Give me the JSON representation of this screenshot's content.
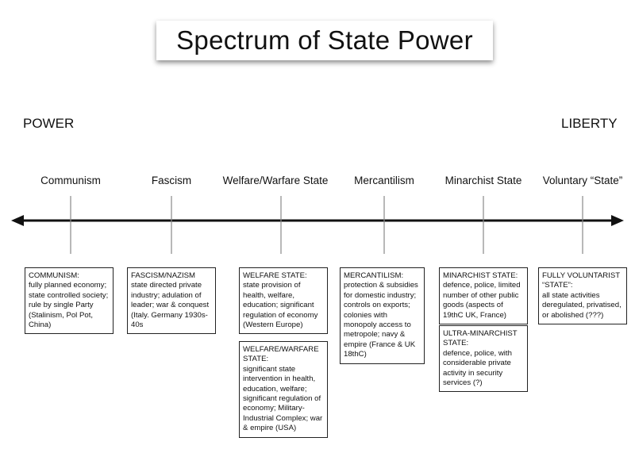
{
  "title": "Spectrum of State Power",
  "left_end": "POWER",
  "right_end": "LIBERTY",
  "categories": [
    "Communism",
    "Fascism",
    "Welfare/Warfare State",
    "Mercantilism",
    "Minarchist State",
    "Voluntary “State”"
  ],
  "boxes": [
    {
      "heading": "COMMUNISM:",
      "body": "fully planned economy; state controlled society; rule by single Party (Stalinism, Pol Pot, China)"
    },
    {
      "heading": "FASCISM/NAZISM",
      "body": "state directed private industry; adulation of leader; war & conquest (Italy. Germany 1930s-40s"
    },
    {
      "heading": "WELFARE STATE:",
      "body": "state provision of health, welfare, education; significant regulation of economy (Western Europe)"
    },
    {
      "heading": "WELFARE/WARFARE STATE:",
      "body": "significant state intervention in health, education, welfare; significant regulation of economy; Military-Industrial Complex; war & empire (USA)"
    },
    {
      "heading": "MERCANTILISM:",
      "body": "protection & subsidies for domestic industry; controls on exports; colonies with monopoly access to metropole; navy & empire (France & UK 18thC)"
    },
    {
      "heading": "MINARCHIST STATE:",
      "body": "defence, police, limited number of other public goods (aspects of 19thC UK, France)"
    },
    {
      "heading": "ULTRA-MINARCHIST STATE:",
      "body": "defence, police, with considerable private activity in security services (?)"
    },
    {
      "heading": "FULLY VOLUNTARIST “STATE”:",
      "body": "all state activities deregulated, privatised, or abolished (???)"
    }
  ]
}
